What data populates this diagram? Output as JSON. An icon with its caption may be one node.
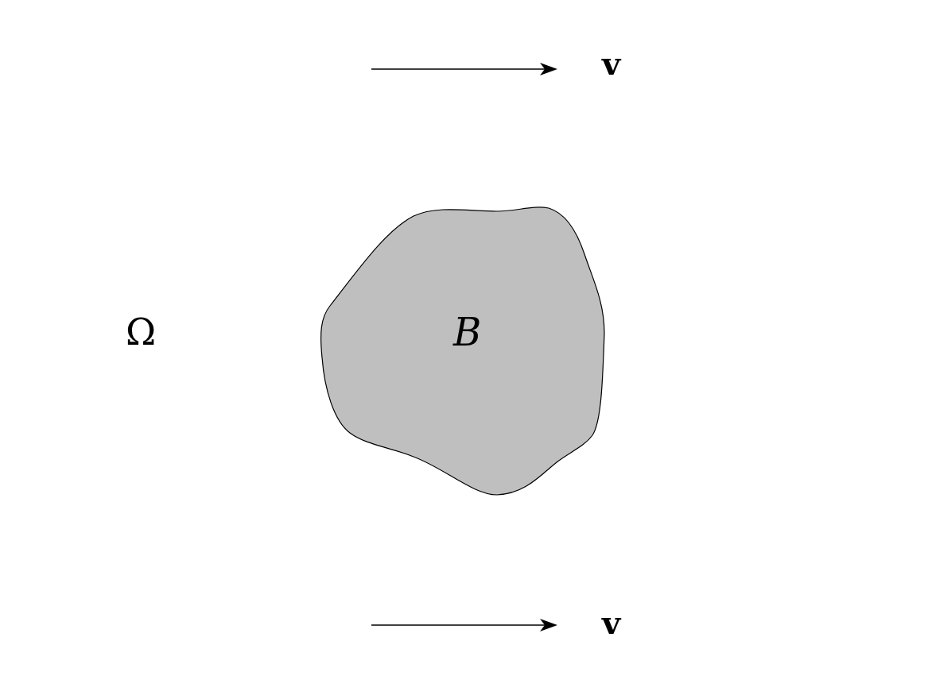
{
  "diagram": {
    "nodes": [
      {
        "text": [
          "B"
        ]
      }
    ],
    "labels": [
      "v",
      "Ω",
      "v"
    ]
  }
}
